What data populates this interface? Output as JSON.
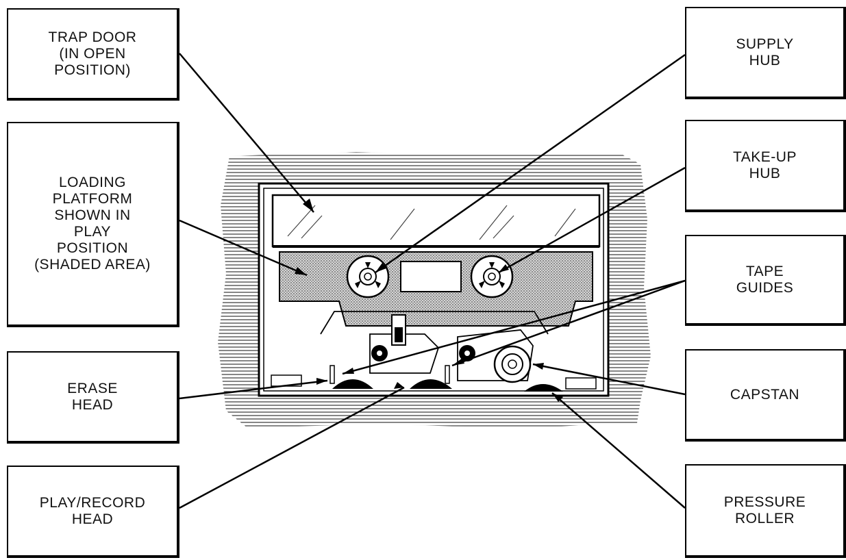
{
  "diagram": {
    "labels": {
      "trap_door": "TRAP DOOR\n(IN OPEN\nPOSITION)",
      "loading_platform": "LOADING\nPLATFORM\nSHOWN IN\nPLAY\nPOSITION\n(SHADED AREA)",
      "erase_head": "ERASE\nHEAD",
      "play_record_head": "PLAY/RECORD\nHEAD",
      "supply_hub": "SUPPLY\nHUB",
      "take_up_hub": "TAKE-UP\nHUB",
      "tape_guides": "TAPE\nGUIDES",
      "capstan": "CAPSTAN",
      "pressure_roller": "PRESSURE\nROLLER"
    }
  }
}
